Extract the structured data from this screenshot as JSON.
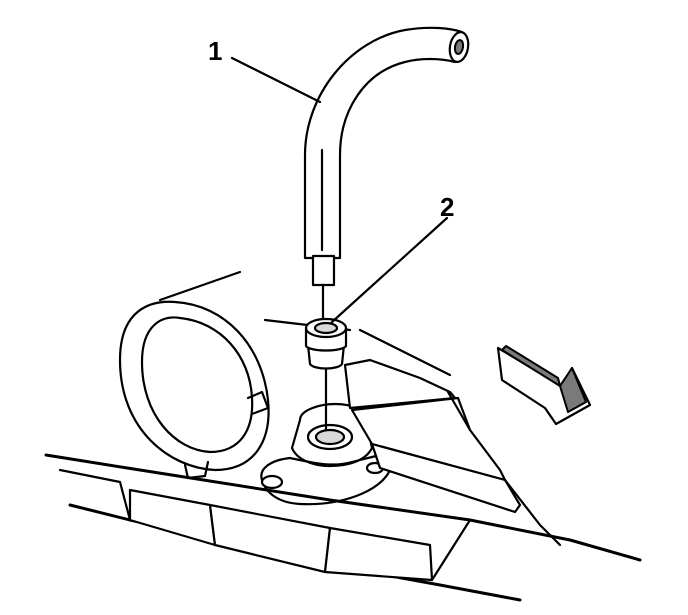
{
  "diagram": {
    "callouts": [
      {
        "id": "1",
        "label": "1",
        "part": "dipstick-tube"
      },
      {
        "id": "2",
        "label": "2",
        "part": "tube-seal"
      }
    ],
    "direction_arrow": {
      "icon": "arrow-icon",
      "meaning": "vehicle-front"
    }
  }
}
